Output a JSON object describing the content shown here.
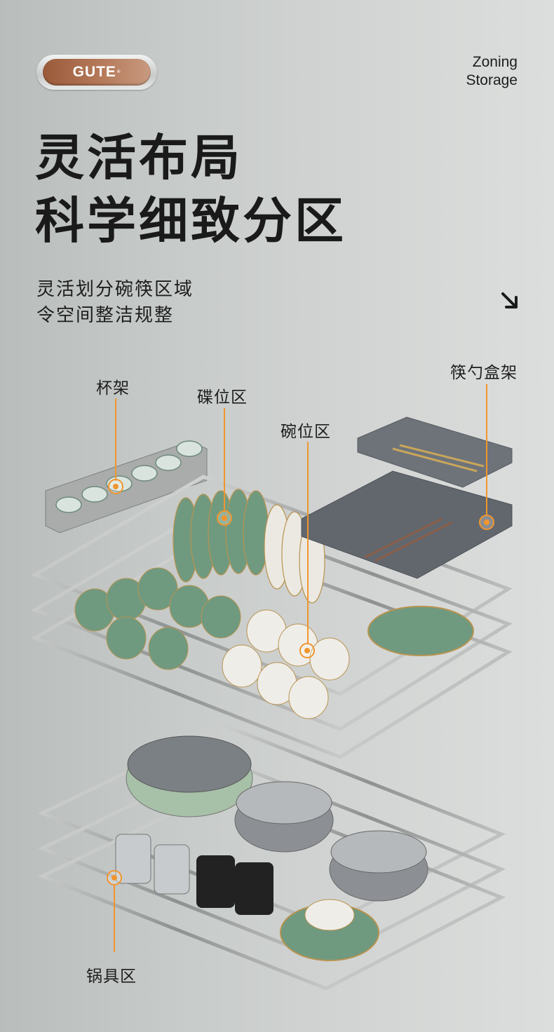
{
  "brand": {
    "logo_text": "GUTE",
    "registered_mark": "®"
  },
  "header": {
    "tagline_line1": "Zoning",
    "tagline_line2": "Storage"
  },
  "hero": {
    "title_line1": "灵活布局",
    "title_line2": "科学细致分区",
    "subtitle_line1": "灵活划分碗筷区域",
    "subtitle_line2": "令空间整洁规整",
    "arrow_icon": "arrow-down-right"
  },
  "colors": {
    "accent": "#f0962e",
    "logo_brown": "#a8694a",
    "text": "#1d1d1d"
  },
  "zones": [
    {
      "label": "杯架"
    },
    {
      "label": "碟位区"
    },
    {
      "label": "碗位区"
    },
    {
      "label": "筷勺盒架"
    },
    {
      "label": "锅具区"
    }
  ]
}
